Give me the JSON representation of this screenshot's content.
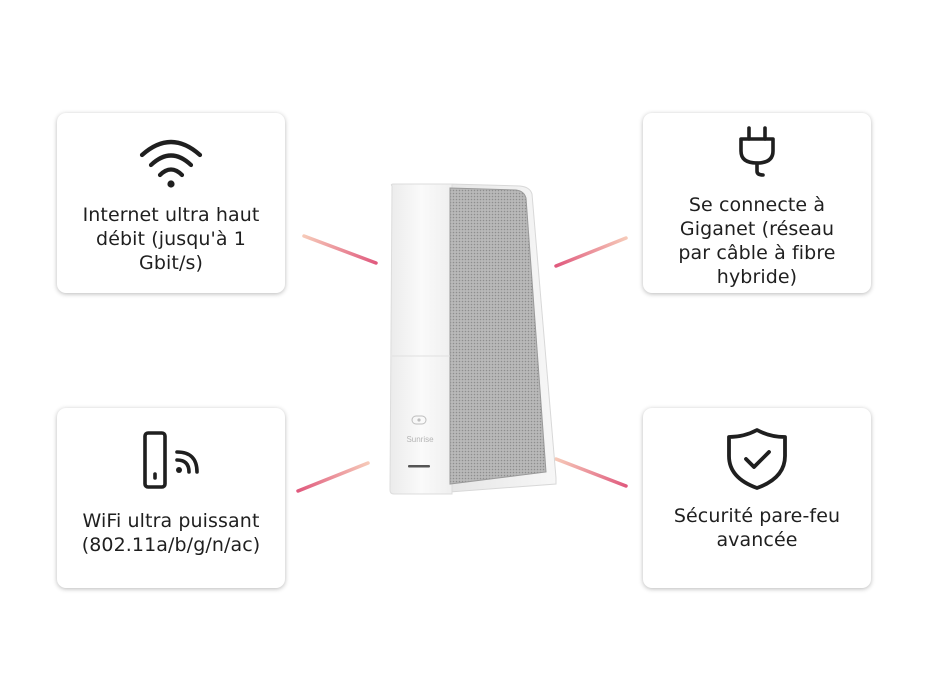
{
  "features": [
    {
      "id": "speed",
      "icon": "wifi-icon",
      "label": "Internet ultra haut\ndébit (jusqu'à 1\nGbit/s)"
    },
    {
      "id": "network",
      "icon": "plug-icon",
      "label": "Se connecte à\nGiganet (réseau\npar câble à fibre\nhybride)"
    },
    {
      "id": "wifi",
      "icon": "router-signal-icon",
      "label": "WiFi ultra puissant\n(802.11a/b/g/n/ac)"
    },
    {
      "id": "security",
      "icon": "shield-check-icon",
      "label": "Sécurité pare-feu\navancée"
    }
  ],
  "device": {
    "brand": "Sunrise"
  },
  "colors": {
    "accent": "#e0587a",
    "card_text": "#1f1f1f",
    "device_body": "#f4f4f4",
    "device_grille": "#a9a9a9"
  }
}
